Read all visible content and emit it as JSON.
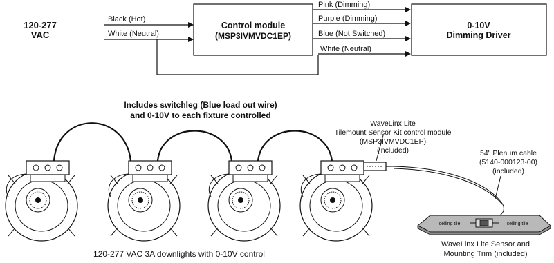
{
  "supply": {
    "line1": "120-277",
    "line2": "VAC"
  },
  "control_module": {
    "line1": "Control module",
    "line2": "(MSP3IVMVDC1EP)"
  },
  "driver": {
    "line1": "0-10V",
    "line2": "Dimming Driver"
  },
  "input_wires": [
    "Black (Hot)",
    "White (Neutral)"
  ],
  "output_wires": [
    "Pink (Dimming)",
    "Purple (Dimming)",
    "Blue (Not Switched)",
    "White (Neutral)"
  ],
  "switchleg_note": {
    "line1": "Includes switchleg (Blue load out wire)",
    "line2": "and 0-10V to each fixture controlled"
  },
  "kit_module": {
    "line1": "WaveLinx Lite",
    "line2": "Tilemount Sensor Kit control module",
    "line3": "(MSP3IVMVDC1EP)",
    "line4": "(included)"
  },
  "plenum_cable": {
    "line1": "54\" Plenum cable",
    "line2": "(5140-000123-00)",
    "line3": "(included)"
  },
  "ceiling_tile_labels": [
    "ceiling tile",
    "ceiling tile"
  ],
  "downlights_caption": "120-277 VAC 3A downlights with 0-10V control",
  "sensor_caption": {
    "line1": "WaveLinx Lite Sensor and",
    "line2": "Mounting Trim (included)"
  }
}
